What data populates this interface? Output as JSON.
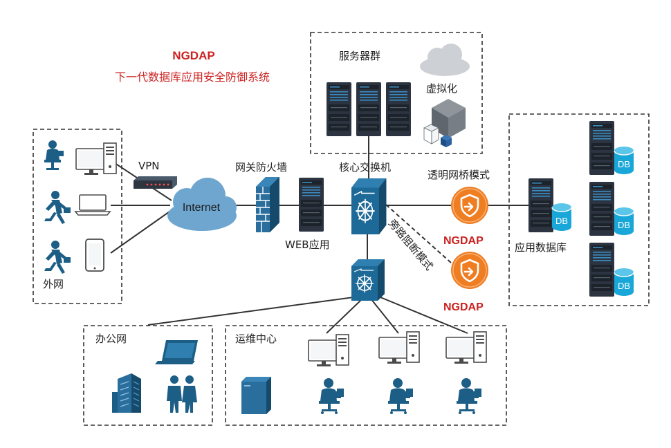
{
  "title": {
    "line1": "NGDAP",
    "line2": "下一代数据库应用安全防御系统"
  },
  "labels": {
    "server_cluster": "服务器群",
    "virtualization": "虚拟化",
    "vpn": "VPN",
    "internet": "Internet",
    "gateway_firewall": "网关防火墙",
    "core_switch": "核心交换机",
    "web_app": "WEB应用",
    "transparent_bridge": "透明网桥模式",
    "bypass_block": "旁路阻断模式",
    "ngdap_top": "NGDAP",
    "ngdap_bottom": "NGDAP",
    "app_database": "应用数据库",
    "external_net": "外网",
    "office_net": "办公网",
    "ops_center": "运维中心",
    "db_1": "DB",
    "db_2": "DB",
    "db_3": "DB",
    "db_4": "DB"
  },
  "colors": {
    "title_red": "#cc2222",
    "device_blue": "#1d5e86",
    "device_dark": "#2c3540",
    "shield_orange": "#ef7d22",
    "db_cyan": "#19a6d8",
    "cloud_blue": "#6ea6cf",
    "cloud_gray": "#cdd0d4"
  },
  "icons": [
    "server-rack-icon",
    "cloud-icon",
    "virtual-cube-icon",
    "vpn-device-icon",
    "firewall-icon",
    "switch-icon",
    "shield-icon",
    "database-icon",
    "desktop-computer-icon",
    "laptop-icon",
    "smartphone-icon",
    "person-icon",
    "office-building-icon",
    "operator-icon",
    "storage-cabinet-icon"
  ]
}
